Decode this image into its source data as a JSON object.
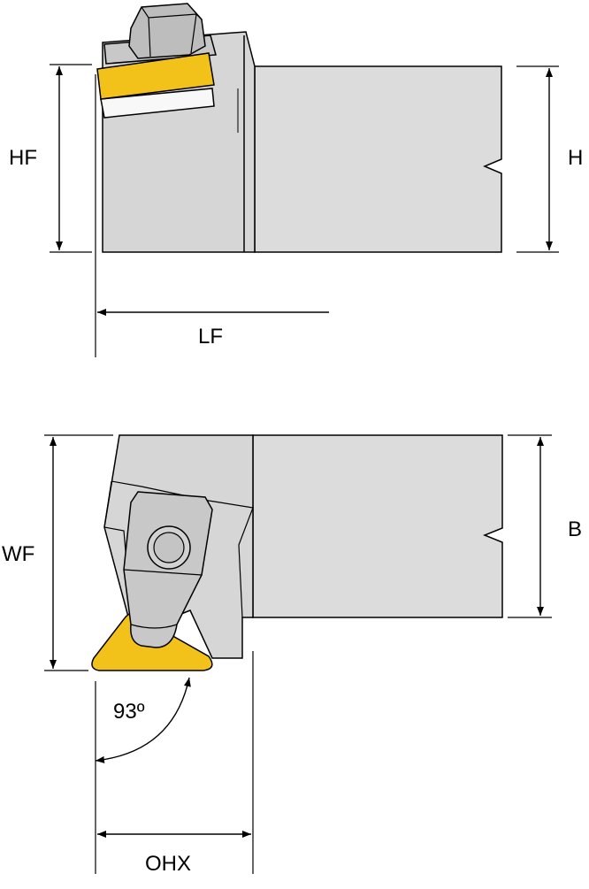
{
  "labels": {
    "hf": "HF",
    "h": "H",
    "lf": "LF",
    "wf": "WF",
    "b": "B",
    "angle": "93º",
    "ohx": "OHX"
  },
  "colors": {
    "body": "#dcdcdc",
    "body_dark": "#c8c8c8",
    "insert": "#f2c21b",
    "clamp": "#bdbdbd",
    "line": "#000000",
    "white": "#ffffff"
  }
}
